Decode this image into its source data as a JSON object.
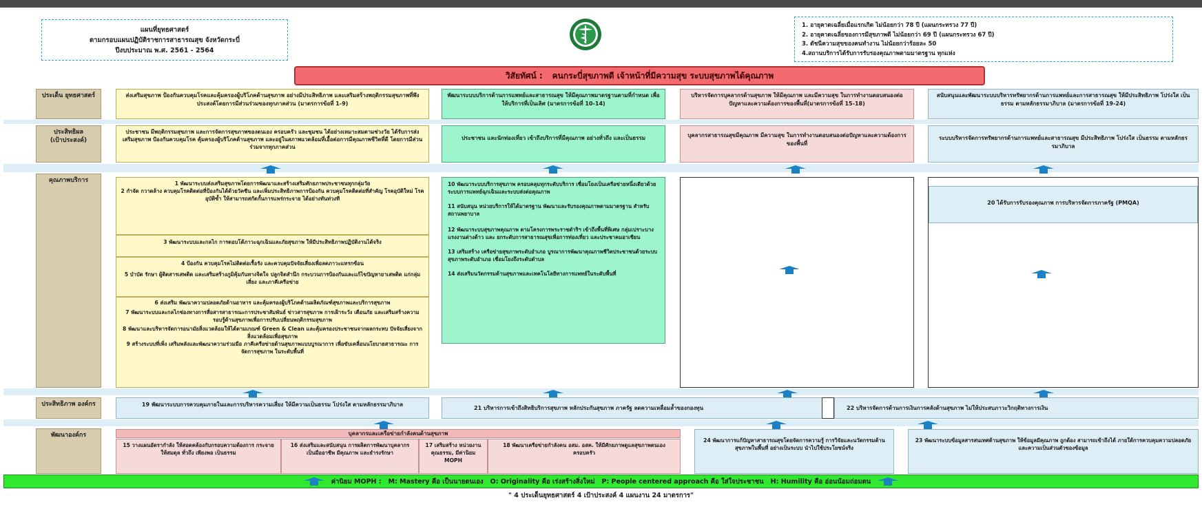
{
  "header": {
    "title_lines": [
      "แผนที่ยุทธศาสตร์",
      "ตามกรอบแผนปฏิบัติราชการสาธารณสุข จังหวัดกระบี่",
      "ปีงบประมาณ พ.ศ. 2561 - 2564"
    ],
    "indicators": [
      "1. อายุคาดเฉลี่ยเมื่อแรกเกิด ไม่น้อยกว่า 78 ปี (แผนกระทรวง 77 ปี)",
      "2. อายุคาดเฉลี่ยของการมีสุขภาพดี ไม่น้อยกว่า 69 ปี (แผนกระทรวง 67 ปี)",
      "3. ดัชนีความสุขของคนทำงาน ไม่น้อยกว่าร้อยละ 50",
      "4.สถานบริการได้รับการรับรองคุณภาพตามมาตรฐาน ทุกแห่ง"
    ],
    "logo_icon": "ministry-of-public-health-seal-icon"
  },
  "vision": {
    "label": "วิสัยทัศน์ :",
    "text": "คนกระบี่สุขภาพดี เจ้าหน้าที่มีความสุข ระบบสุขภาพได้คุณภาพ"
  },
  "rows": {
    "strategy": {
      "label": "ประเด็น ยุทธศาสตร์",
      "c1": "ส่งเสริมสุขภาพ ป้องกันควบคุมโรคและคุ้มครองผู้บริโภคด้านสุขภาพ อย่างมีประสิทธิภาพ และเสริมสร้างพฤติกรรมสุขภาพที่พึงประสงค์โดยการมีส่วนร่วมของทุกภาคส่วน (มาตรการข้อที่ 1-9)",
      "c2": "พัฒนาระบบบริการด้านการแพทย์และสาธารณสุข ให้มีคุณภาพมาตรฐานตามที่กำหนด เพื่อให้บริการที่เป็นเลิศ (มาตรการข้อที่ 10-14)",
      "c3": "บริหารจัดการบุคลากรด้านสุขภาพ ให้มีคุณภาพ และมีความสุข ในการทำงานตอบสนองต่อปัญหาและความต้องการของพื้นที่(มาตรการข้อที่ 15-18)",
      "c4": "สนับสนุนและพัฒนาระบบบริหารทรัพยากรด้านการแพทย์และการสาธารณสุข ให้มีประสิทธิภาพ โปร่งใส เป็นธรรม ตามหลักธรรมาภิบาล (มาตรการข้อที่ 19-24)"
    },
    "outcome": {
      "label": "ประสิทธิผล (เป้าประสงค์)",
      "c1": "ประชาชน มีพฤติกรรมสุขภาพ และการจัดการสุขภาพของตนเอง ครอบครัว และชุมชน ได้อย่างเหมาะสมตามช่วงวัย ได้รับการส่งเสริมสุขภาพ ป้องกันควบคุมโรค คุ้มครองผู้บริโภคด้านสุขภาพ และอยู่ในสภาพแวดล้อมที่เอื้อต่อการมีคุณภาพชีวิตที่ดี โดยการมีส่วนร่วมจากทุกภาคส่วน",
      "c2": "ประชาชน และนักท่องเที่ยว เข้าถึงบริการที่มีคุณภาพ อย่างทั่วถึง และเป็นธรรม",
      "c3": "บุคลากรสาธารณสุขมีคุณภาพ มีความสุข ในการทำงานตอบสนองต่อปัญหาและความต้องการของพื้นที่",
      "c4": "ระบบบริหารจัดการทรัพยากรด้านการแพทย์และสาธารณสุข มีประสิทธิภาพ โปร่งใส เป็นธรรม ตามหลักธรรมาภิบาล"
    },
    "quality": {
      "label": "คุณภาพบริการ",
      "y_items": [
        "1 พัฒนาระบบส่งเสริมสุขภาพโดยการพัฒนาและสร้างเสริมศักยภาพประชาชนทุกกลุ่มวัย",
        "2 กำจัด กวาดล้าง ควบคุมโรคติดต่อที่ป้องกันได้ด้วยวัคซีน และเพิ่มประสิทธิภาพการป้องกัน ควบคุมโรคติดต่อที่สำคัญ โรคอุบัติใหม่ โรคอุบัติซ้ำ ให้สามารถสกัดกั้นการแพร่กระจาย ได้อย่างทันท่วงที",
        "3 พัฒนาระบบและกลไก การตอบโต้ภาวะฉุกเฉินและภัยสุขภาพ ให้มีประสิทธิภาพปฏิบัติงานได้จริง",
        "4 ป้องกัน ควบคุมโรคไม่ติดต่อเรื้อรัง และควบคุมปัจจัยเสี่ยงเพื่อลดภาวะแทรกซ้อน",
        "5 บำบัด รักษา ผู้ติดสารเสพติด และเสริมสร้างภูมิคุ้มกันทางจิตใจ ปลูกจิตสำนึก กระบวนการป้องกันและแก้ไขปัญหายาเสพติด แก่กลุ่มเสี่ยง และภาคีเครือข่าย",
        "6 ส่งเสริม พัฒนาความปลอดภัยด้านอาหาร และคุ้มครองผู้บริโภคด้านผลิตภัณฑ์สุขภาพและบริการสุขภาพ",
        "7 พัฒนาระบบและกลไกช่องทางการสื่อสารสาธารณะการประชาสัมพันธ์ ข่าวสารสุขภาพ การเฝ้าระวัง เตือนภัย และเสริมสร้างความรอบรู้ด้านสุขภาพเพื่อการปรับเปลี่ยนพฤติกรรมสุขภาพ",
        "8 พัฒนาและบริหารจัดการอนามัยสิ่งแวดล้อมให้ได้ตามเกณฑ์ Green & Clean และคุ้มครองประชาชนจากผลกระทบ ปัจจัยเสี่ยงจากสิ่งแวดล้อมเพื่อสุขภาพ",
        "9 สร้างระบบที่เพิ่ง เสริมพลังและพัฒนาความร่วมมือ ภาคีเครือข่ายด้านสุขภาพแบบบูรณาการ เพื่อขับเคลื่อนนโยบายสาธารณะ การจัดการสุขภาพ ในระดับพื้นที่"
      ],
      "g_items": [
        "10 พัฒนาระบบบริการสุขภาพ ครอบคลุมทุกระดับบริการ เชื่อมโยงเป็นเครือข่ายหนึ่งเดียวด้วยระบบการแพทย์ฉุกเฉินและระบบส่งต่อคุณภาพ",
        "11 สนับสนุน หน่วยบริการให้ได้มาตรฐาน พัฒนาและรับรองคุณภาพตามมาตรฐาน สำหรับสถานพยาบาล",
        "12 พัฒนาระบบสุขภาพคุณภาพ ตามโครงการพระราชดำริฯ เข้าถึงพื้นที่พิเศษ กลุ่มเปราะบาง แรงงานต่างด้าว และ ยกระดับการสาธารณสุขเพื่อการท่องเที่ยว และประชาคมอาเซียน",
        "13 เสริมสร้าง เครือข่ายสุขภาพระดับอำเภอ บูรณาการพัฒนาคุณภาพชีวิตประชาชนด้วยระบบสุขภาพระดับอำเภอ เชื่อมโยงถึงระดับตำบล",
        "14 ส่งเสริมนวัตกรรมด้านสุขภาพและเทคโนโลยีทางการแพทย์ในระดับพื้นที่"
      ],
      "b_item": "20 ได้รับการรับรองคุณภาพ การบริหารจัดการภาครัฐ (PMQA)"
    },
    "efficiency": {
      "label": "ประสิทธิภาพ องค์กร",
      "c1": "19 พัฒนาระบบการควบคุมภายในและการบริหารความเสี่ยง ให้มีความเป็นธรรม โปร่งใส ตามหลักธรรมาภิบาล",
      "c2": "21 บริหารการเข้าถึงสิทธิบริการสุขภาพ หลักประกันสุขภาพ ภาครัฐ ลดความเหลื่อมล้ำของกองทุน",
      "c3": "22 บริหารจัดการด้านการเงินการคลังด้านสุขภาพ ไม่ให้ประสบภาวะวิกฤติทางการเงิน"
    },
    "development": {
      "label": "พัฒนาองค์กร",
      "group_title": "บุคลากรและเครือข่ายกำลังคนด้านสุขภาพ",
      "items": [
        "15 วางแผนอัตรากำลัง ให้สอดคล้องกับกรอบความต้องการ กระจายให้สมดุล ทั่วถึง เพียงพอ เป็นธรรม",
        "16 ส่งเสริมและสนับสนุน การผลิตการพัฒนาบุคลากร เป็นมืออาชีพ มีคุณภาพ และธำรงรักษา",
        "17 เสริมสร้าง หน่วยงานคุณธรรม, มีค่านิยม MOPH",
        "18 พัฒนาเครือข่ายกำลังคน อสม. อสค. ให้มีศักยภาพดูแลสุขภาพตนเอง ครอบครัว"
      ],
      "c24": "24 พัฒนาการแก้ปัญหาสาธารณสุขโดยจัดการความรู้ การวิจัยและนวัตกรรมด้านสุขภาพในพื้นที่ อย่างเป็นระบบ นำไปใช้ประโยชน์จริง",
      "c23": "23 พัฒนาระบบข้อมูลสารสนเทศด้านสุขภาพ ให้ข้อมูลมีคุณภาพ ถูกต้อง สามารถเข้าถึงได้ ภายใต้การควบคุมความปลอดภัย และความเป็นส่วนตัวของข้อมูล"
    }
  },
  "core_values": {
    "label": "ค่านิยม MOPH :",
    "M": "M: Mastery คือ เป็นนายตนเอง",
    "O": "O: Originality คือ เร่งสร้างสิ่งใหม่",
    "P": "P: People centered approach คือ ใส่ใจประชาชน",
    "H": "H: Humility คือ อ่อนน้อมถ่อมตน"
  },
  "footer": "\" 4 ประเด็นยุทธศาสตร์ 4 เป้าประสงค์ 4 แผนงาน 24 มาตรการ\"",
  "colors": {
    "vision_bg": "#f36b6e",
    "core_values_bg": "#2fe82f",
    "arrow": "#1d7fc4"
  }
}
